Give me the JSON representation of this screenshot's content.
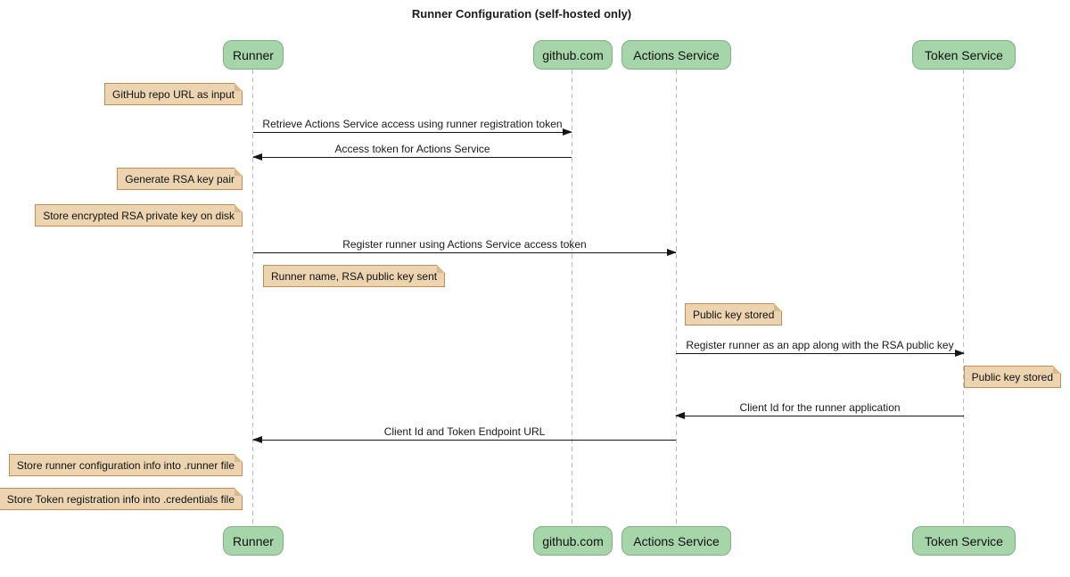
{
  "title": "Runner Configuration (self-hosted only)",
  "participants": {
    "runner": "Runner",
    "github": "github.com",
    "actions": "Actions Service",
    "token": "Token Service"
  },
  "notes": {
    "n1": "GitHub repo URL as input",
    "n2": "Generate RSA key pair",
    "n3": "Store encrypted RSA private key on disk",
    "n4": "Runner name, RSA public key sent",
    "n5": "Public key stored",
    "n6": "Public key stored",
    "n7": "Store runner configuration info into .runner file",
    "n8": "Store Token registration info into .credentials file"
  },
  "messages": {
    "m1": "Retrieve Actions Service access using runner registration token",
    "m2": "Access token for Actions Service",
    "m3": "Register runner using Actions Service access token",
    "m4": "Register runner as an app along with the RSA public key",
    "m5": "Client Id for the runner application",
    "m6": "Client Id and Token Endpoint URL"
  },
  "colors": {
    "participant_fill": "#A5D5A9",
    "participant_border": "#7FAF84",
    "note_fill": "#ECD4B1",
    "note_border": "#BE8E5A",
    "note_fold": "#D9B98C",
    "lifeline": "#BCBCBC",
    "arrow": "#161616",
    "bg": "#FFFFFF"
  }
}
